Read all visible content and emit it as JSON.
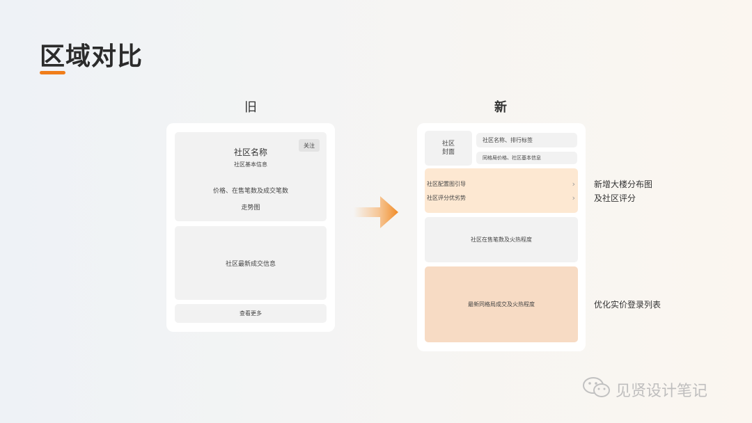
{
  "page": {
    "title": "区域对比"
  },
  "columns": {
    "old_label": "旧",
    "new_label": "新"
  },
  "old_card": {
    "follow_label": "关注",
    "community_name": "社区名称",
    "basic_info": "社区基本信息",
    "price_info": "价格、在售笔数及成交笔数",
    "trend": "走势图",
    "latest_deals": "社区最新成交信息",
    "view_more": "查看更多"
  },
  "new_card": {
    "cover_line1": "社区",
    "cover_line2": "封面",
    "name_tag": "社区名称、排行标签",
    "price_basic": "同格局价格、社区基本信息",
    "config_guide": "社区配置图引导",
    "rating": "社区评分优劣势",
    "listing_heat": "社区在售笔数及火热程度",
    "latest_layout": "最新同格局成交及火热程度"
  },
  "annotations": {
    "note1_line1": "新增大楼分布图",
    "note1_line2": "及社区评分",
    "note2": "优化实价登录列表"
  },
  "watermark": {
    "text": "见贤设计笔记",
    "icon": "wechat-icon"
  },
  "colors": {
    "accent": "#f07d1a",
    "orange_light": "#fde8d2",
    "orange_mid": "#f7dbc4",
    "block_gray": "#f2f2f2"
  }
}
